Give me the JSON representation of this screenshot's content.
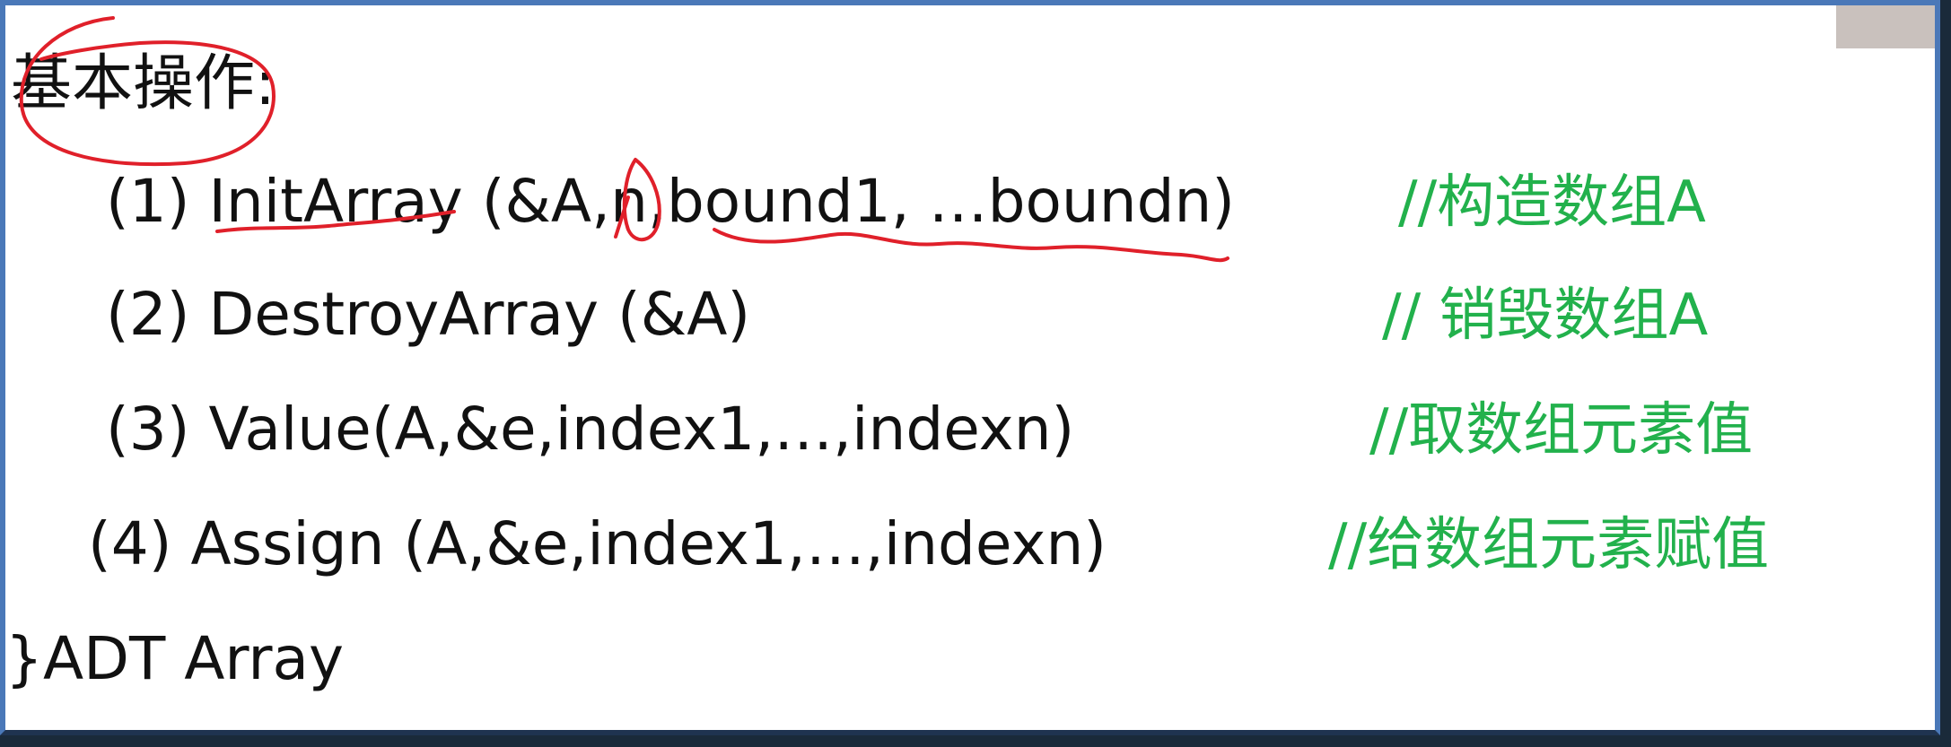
{
  "heading": "基本操作:",
  "operations": [
    {
      "code": "(1) InitArray (&A,n,bound1, …boundn)",
      "comment": "//构造数组A"
    },
    {
      "code": "(2) DestroyArray (&A)",
      "comment": "// 销毁数组A"
    },
    {
      "code": "(3) Value(A,&e,index1,…,indexn)",
      "comment": "//取数组元素值"
    },
    {
      "code": "(4) Assign (A,&e,index1,…,indexn)",
      "comment": "//给数组元素赋值"
    }
  ],
  "footer": "}ADT Array",
  "colors": {
    "comment": "#22b14c",
    "annotation": "#e0202a",
    "frame": "#4a78b8"
  }
}
